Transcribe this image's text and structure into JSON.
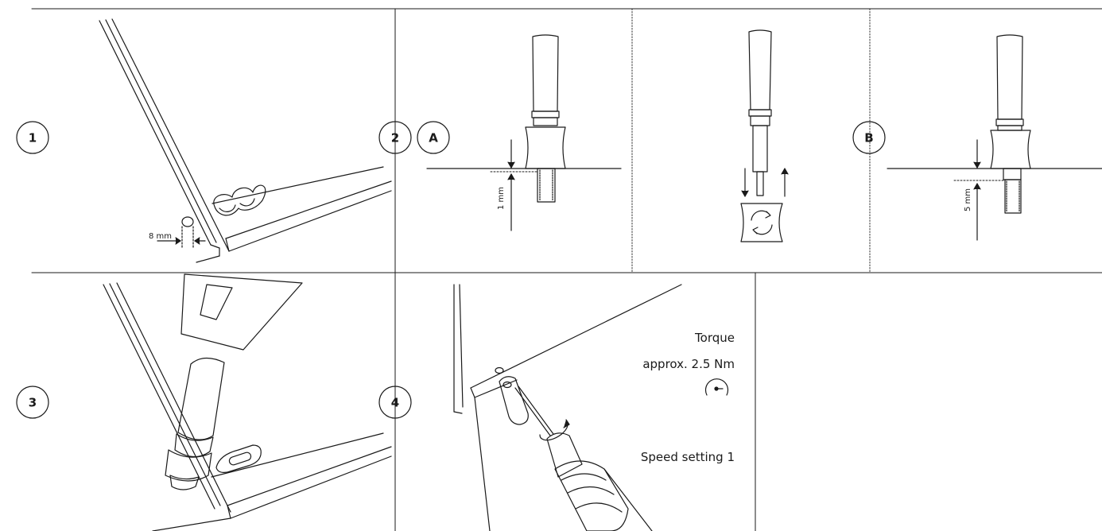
{
  "steps": {
    "s1": "1",
    "s2": "2",
    "s3": "3",
    "s4": "4",
    "variant_a": "A",
    "variant_b": "B"
  },
  "dimensions": {
    "hole_spacing": "8 mm",
    "depth_a": "1 mm",
    "depth_b": "5 mm"
  },
  "notes": {
    "torque_label": "Torque",
    "torque_value": "approx. 2.5 Nm",
    "speed": "Speed setting 1"
  },
  "icons": {
    "torque_gauge": "torque-gauge-icon",
    "rotate": "rotate-icon"
  },
  "colors": {
    "line": "#1a1a1a",
    "background": "#ffffff"
  }
}
